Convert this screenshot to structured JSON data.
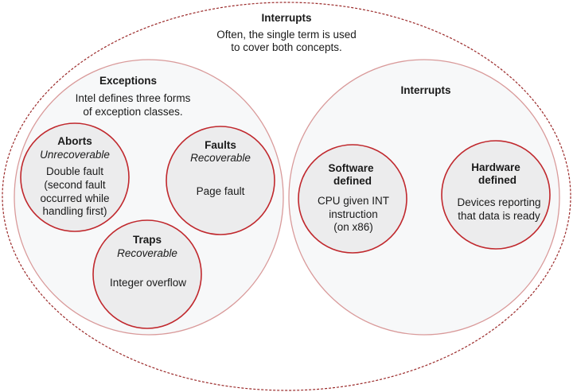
{
  "outer": {
    "title": "Interrupts",
    "lines": [
      "Often, the single term is used",
      "to cover both concepts."
    ]
  },
  "exceptions": {
    "title": "Exceptions",
    "lines": [
      "Intel defines three forms",
      "of exception classes."
    ],
    "aborts": {
      "title": "Aborts",
      "subtitle": "Unrecoverable",
      "lines": [
        "Double fault",
        "(second fault",
        "occurred while",
        "handling first)"
      ]
    },
    "faults": {
      "title": "Faults",
      "subtitle": "Recoverable",
      "lines": [
        "Page fault"
      ]
    },
    "traps": {
      "title": "Traps",
      "subtitle": "Recoverable",
      "lines": [
        "Integer overflow"
      ]
    }
  },
  "interrupts": {
    "title": "Interrupts",
    "software": {
      "title": [
        "Software",
        "defined"
      ],
      "lines": [
        "CPU given INT",
        "instruction",
        "(on x86)"
      ]
    },
    "hardware": {
      "title": [
        "Hardware",
        "defined"
      ],
      "lines": [
        "Devices reporting",
        "that data is ready"
      ]
    }
  }
}
